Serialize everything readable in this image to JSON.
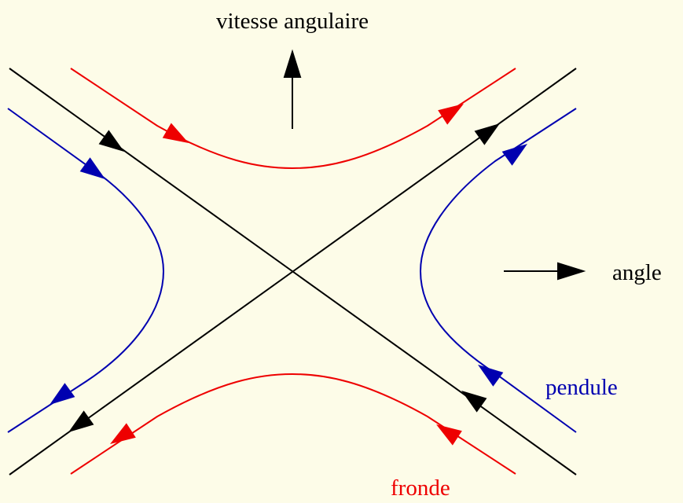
{
  "labels": {
    "y_axis": "vitesse angulaire",
    "x_axis": "angle",
    "pendulum": "pendule",
    "sling": "fronde"
  },
  "colors": {
    "background": "#fdfce8",
    "separatrix": "#000000",
    "pendulum": "#0000b0",
    "sling": "#ee0000"
  }
}
